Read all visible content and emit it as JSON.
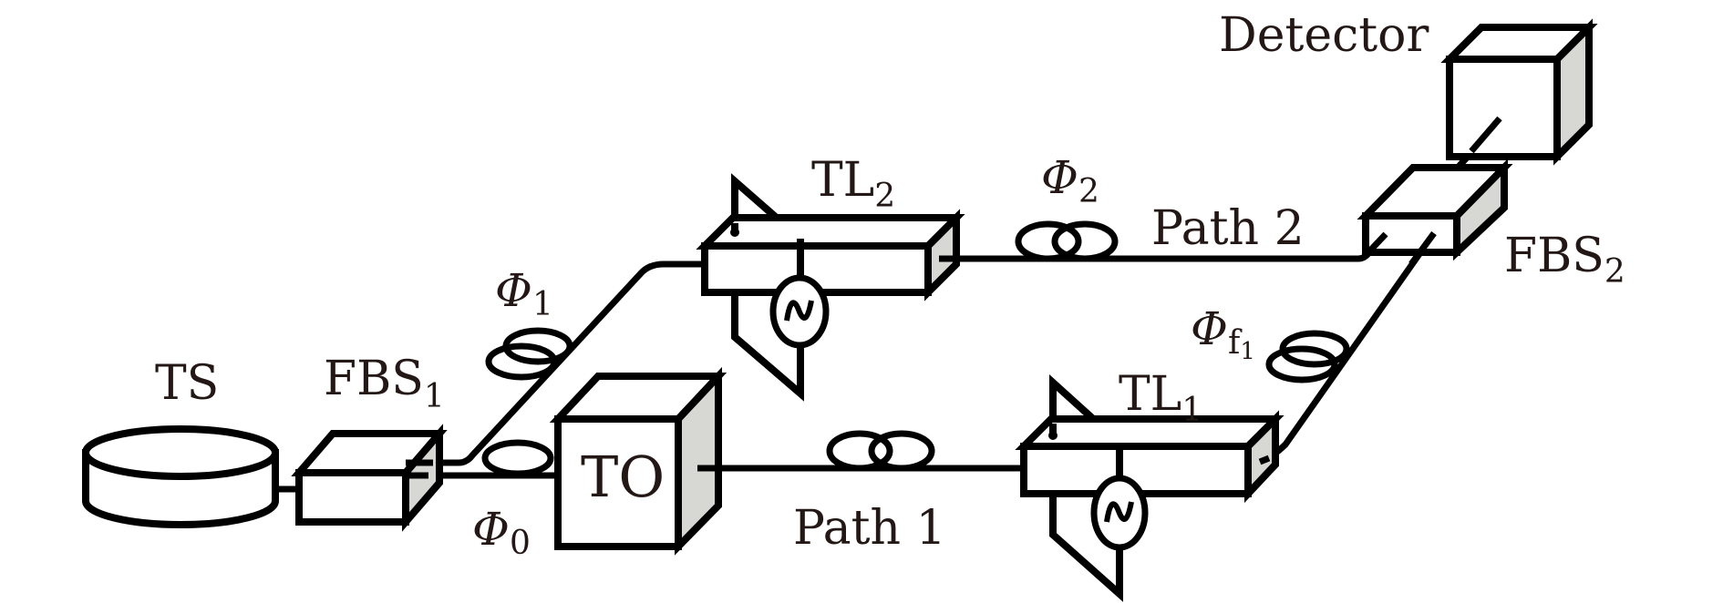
{
  "colors": {
    "line": "#000000",
    "text": "#231815",
    "side_face": "#d7d8d3",
    "background": "#ffffff"
  },
  "components": {
    "ts": {
      "label": "TS"
    },
    "fbs1": {
      "label": "FBS",
      "sub": "1"
    },
    "to": {
      "label": "TO"
    },
    "tl1": {
      "label": "TL",
      "sub": "1"
    },
    "tl2": {
      "label": "TL",
      "sub": "2"
    },
    "fbs2": {
      "label": "FBS",
      "sub": "2"
    },
    "detector": {
      "label": "Detector"
    }
  },
  "phases": {
    "phi0": {
      "symbol": "Φ",
      "sub": "0"
    },
    "phi1": {
      "symbol": "Φ",
      "sub": "1"
    },
    "phi2": {
      "symbol": "Φ",
      "sub": "2"
    },
    "phif1": {
      "symbol": "Φ",
      "sub": "f",
      "subsub": "1"
    }
  },
  "paths": {
    "path1": "Path 1",
    "path2": "Path 2"
  },
  "icons": {
    "ac_source": "~"
  }
}
